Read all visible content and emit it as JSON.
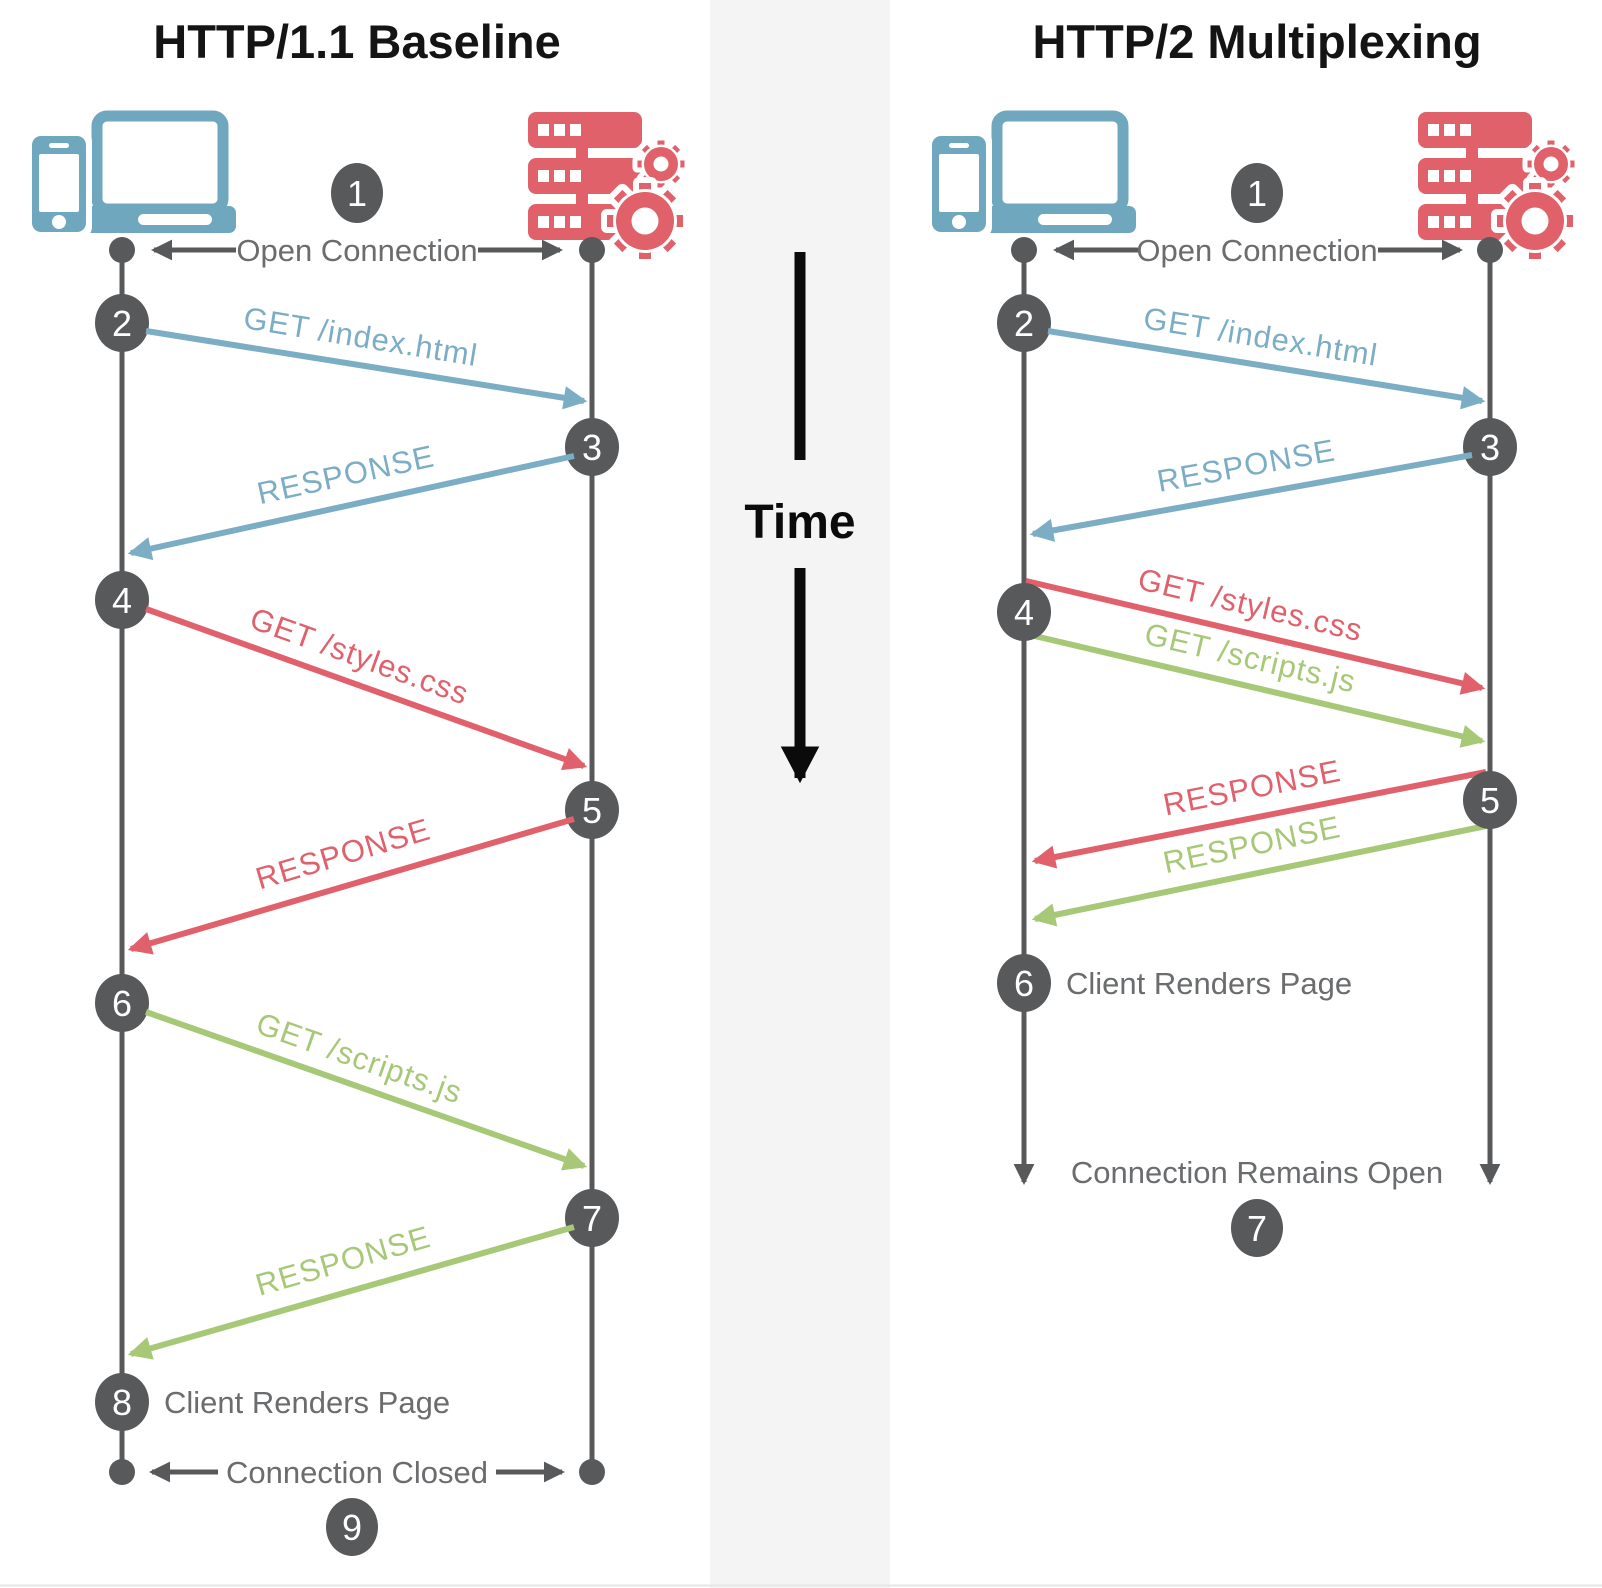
{
  "colors": {
    "client_icon_blue": "#6FA7BF",
    "server_icon_red": "#E0616A",
    "request_blue": "#7BADC5",
    "request_red": "#E0616C",
    "request_green": "#A6C877",
    "step_circle_gray": "#58595B",
    "lifeline_gray": "#58595B",
    "label_gray": "#6B6C6E",
    "time_black": "#0B0B0B",
    "divider_gray": "#F4F4F5"
  },
  "time_axis": {
    "label": "Time"
  },
  "left_panel": {
    "title": "HTTP/1.1 Baseline",
    "open_connection_label": "Open Connection",
    "connection_closed_label": "Connection Closed",
    "client_renders_label": "Client Renders Page",
    "steps": {
      "1": "1",
      "2": "2",
      "3": "3",
      "4": "4",
      "5": "5",
      "6": "6",
      "7": "7",
      "8": "8",
      "9": "9"
    },
    "messages": {
      "get_index": "GET /index.html",
      "response_index": "RESPONSE",
      "get_styles": "GET /styles.css",
      "response_styles": "RESPONSE",
      "get_scripts": "GET /scripts.js",
      "response_scripts": "RESPONSE"
    }
  },
  "right_panel": {
    "title": "HTTP/2 Multiplexing",
    "open_connection_label": "Open Connection",
    "connection_remains_open_label": "Connection Remains Open",
    "client_renders_label": "Client Renders Page",
    "steps": {
      "1": "1",
      "2": "2",
      "3": "3",
      "4": "4",
      "5": "5",
      "6": "6",
      "7": "7"
    },
    "messages": {
      "get_index": "GET /index.html",
      "response_index": "RESPONSE",
      "get_styles": "GET /styles.css",
      "get_scripts": "GET /scripts.js",
      "response_styles": "RESPONSE",
      "response_scripts": "RESPONSE"
    }
  }
}
